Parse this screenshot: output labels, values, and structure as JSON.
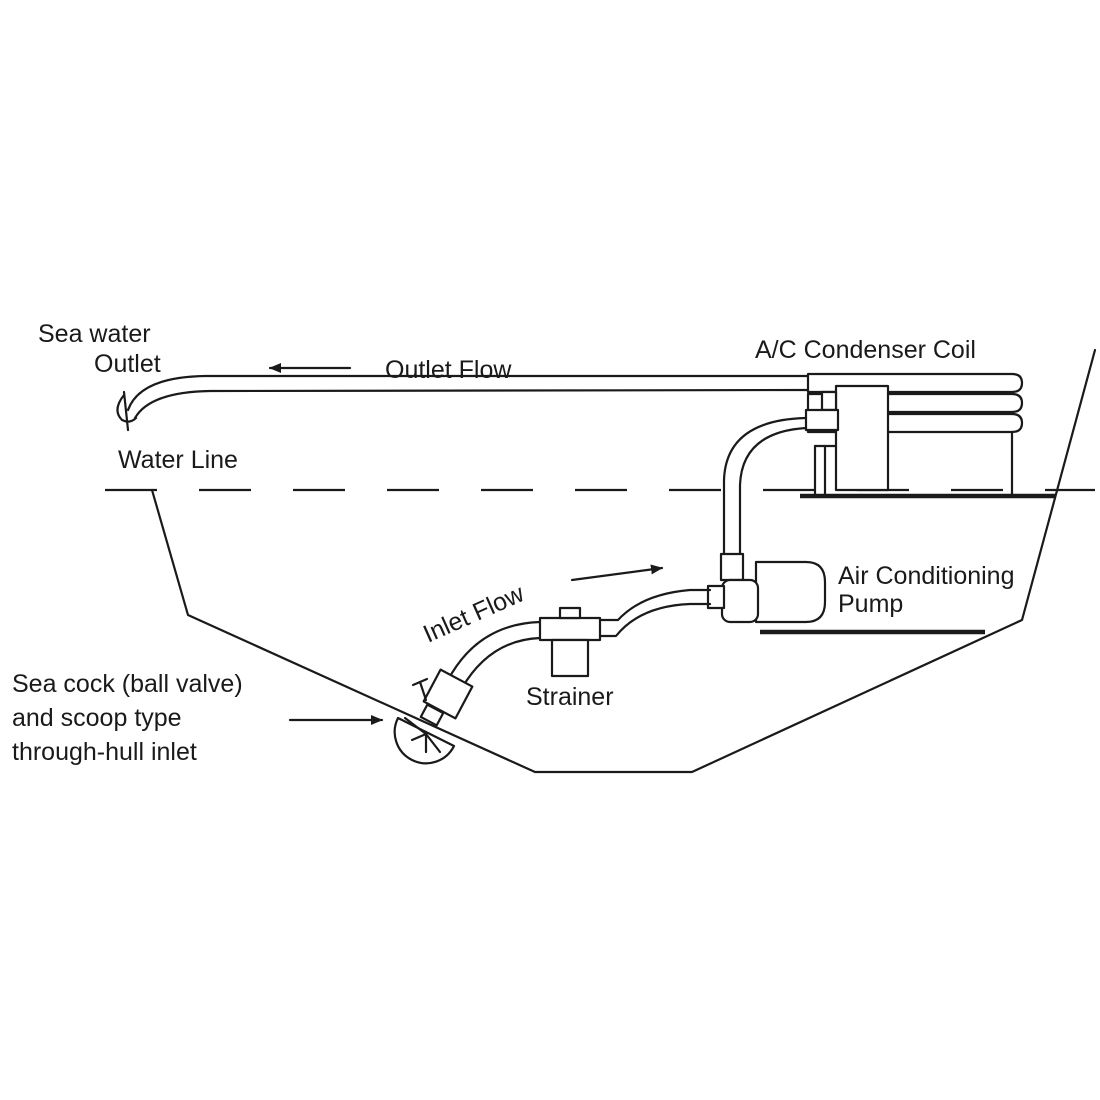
{
  "labels": {
    "sea_water": "Sea water",
    "outlet": "Outlet",
    "outlet_flow": "Outlet Flow",
    "condenser_coil": "A/C Condenser Coil",
    "water_line": "Water Line",
    "air_conditioning": "Air Conditioning",
    "pump": "Pump",
    "inlet_flow": "Inlet Flow",
    "strainer": "Strainer",
    "sea_cock_line1": "Sea cock (ball valve)",
    "sea_cock_line2": "and scoop type",
    "sea_cock_line3": "through-hull inlet"
  },
  "colors": {
    "line": "#1a1a1a",
    "background": "#ffffff"
  }
}
